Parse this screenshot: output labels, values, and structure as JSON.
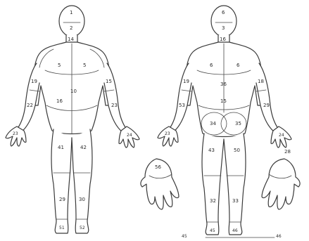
{
  "front_labels": {
    "head_top": "1",
    "head_mid": "2",
    "neck": "14",
    "chest_left": "5",
    "chest_right": "5",
    "upper_arm_left": "19",
    "upper_arm_right": "15",
    "abdomen": "10",
    "abdomen_left": "16",
    "forearm_left": "22",
    "forearm_right": "23",
    "hand_left": "23",
    "hand_right": "24",
    "thigh_left": "41",
    "thigh_right": "42",
    "shin_left": "29",
    "shin_right": "30",
    "foot_left": "51",
    "foot_right": "52"
  },
  "back_labels": {
    "head_top": "6",
    "head_mid": "3",
    "neck": "16",
    "upper_back_left": "6",
    "upper_back_right": "6",
    "upper_arm_left": "19",
    "upper_arm_right": "18",
    "spine": "36",
    "lower_back": "15",
    "forearm_left": "53",
    "forearm_right": "29",
    "buttock_left": "34",
    "buttock_right": "35",
    "hand_left": "23",
    "hand_right": "24",
    "big_hand_left": "56",
    "big_hand_right": "28",
    "thigh_left": "43",
    "thigh_right": "50",
    "shin_left": "32",
    "shin_right": "33",
    "foot_left": "45",
    "foot_right": "46",
    "footnote_left": "45",
    "footnote_right": "46"
  }
}
